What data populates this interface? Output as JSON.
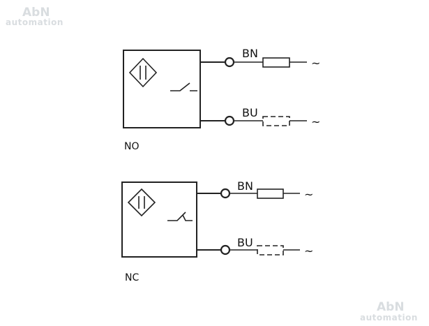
{
  "watermark": {
    "brand": "AbN",
    "sub": "automation"
  },
  "diagrams": [
    {
      "type_label": "NO",
      "wire_top": "BN",
      "wire_bottom": "BU",
      "supply_top": "~",
      "supply_bottom": "~"
    },
    {
      "type_label": "NC",
      "wire_top": "BN",
      "wire_bottom": "BU",
      "supply_top": "~",
      "supply_bottom": "~"
    }
  ]
}
